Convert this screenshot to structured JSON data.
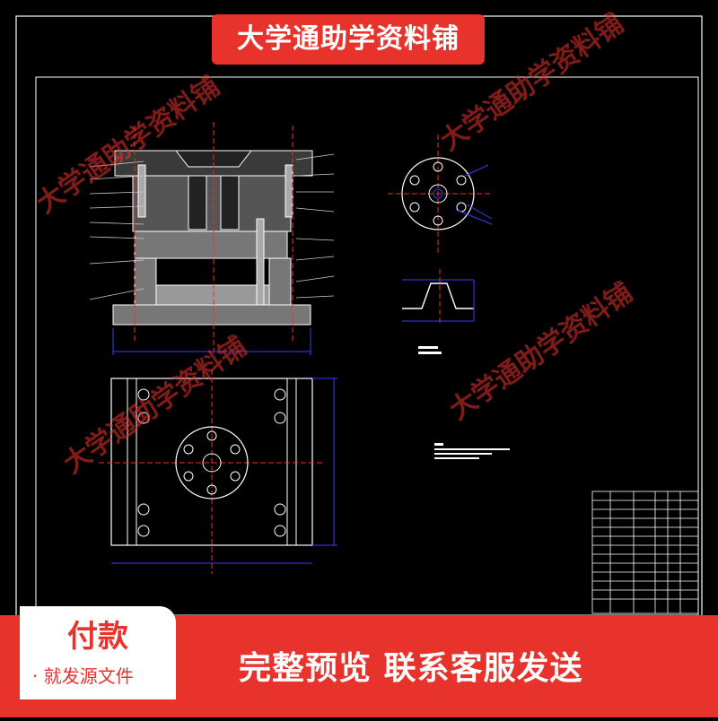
{
  "banner": {
    "shop_name": "大学通助学资料铺"
  },
  "watermark": {
    "text": "大学通助学资料铺"
  },
  "footer": {
    "pay_title": "付款",
    "pay_sub": "· 就发源文件",
    "message": "完整预览  联系客服发送"
  },
  "colors": {
    "accent": "#e8322c",
    "cad_background": "#000000",
    "cad_lines": "#ffffff",
    "dimension_lines": "#3b3bff",
    "center_lines": "#e8322c"
  }
}
